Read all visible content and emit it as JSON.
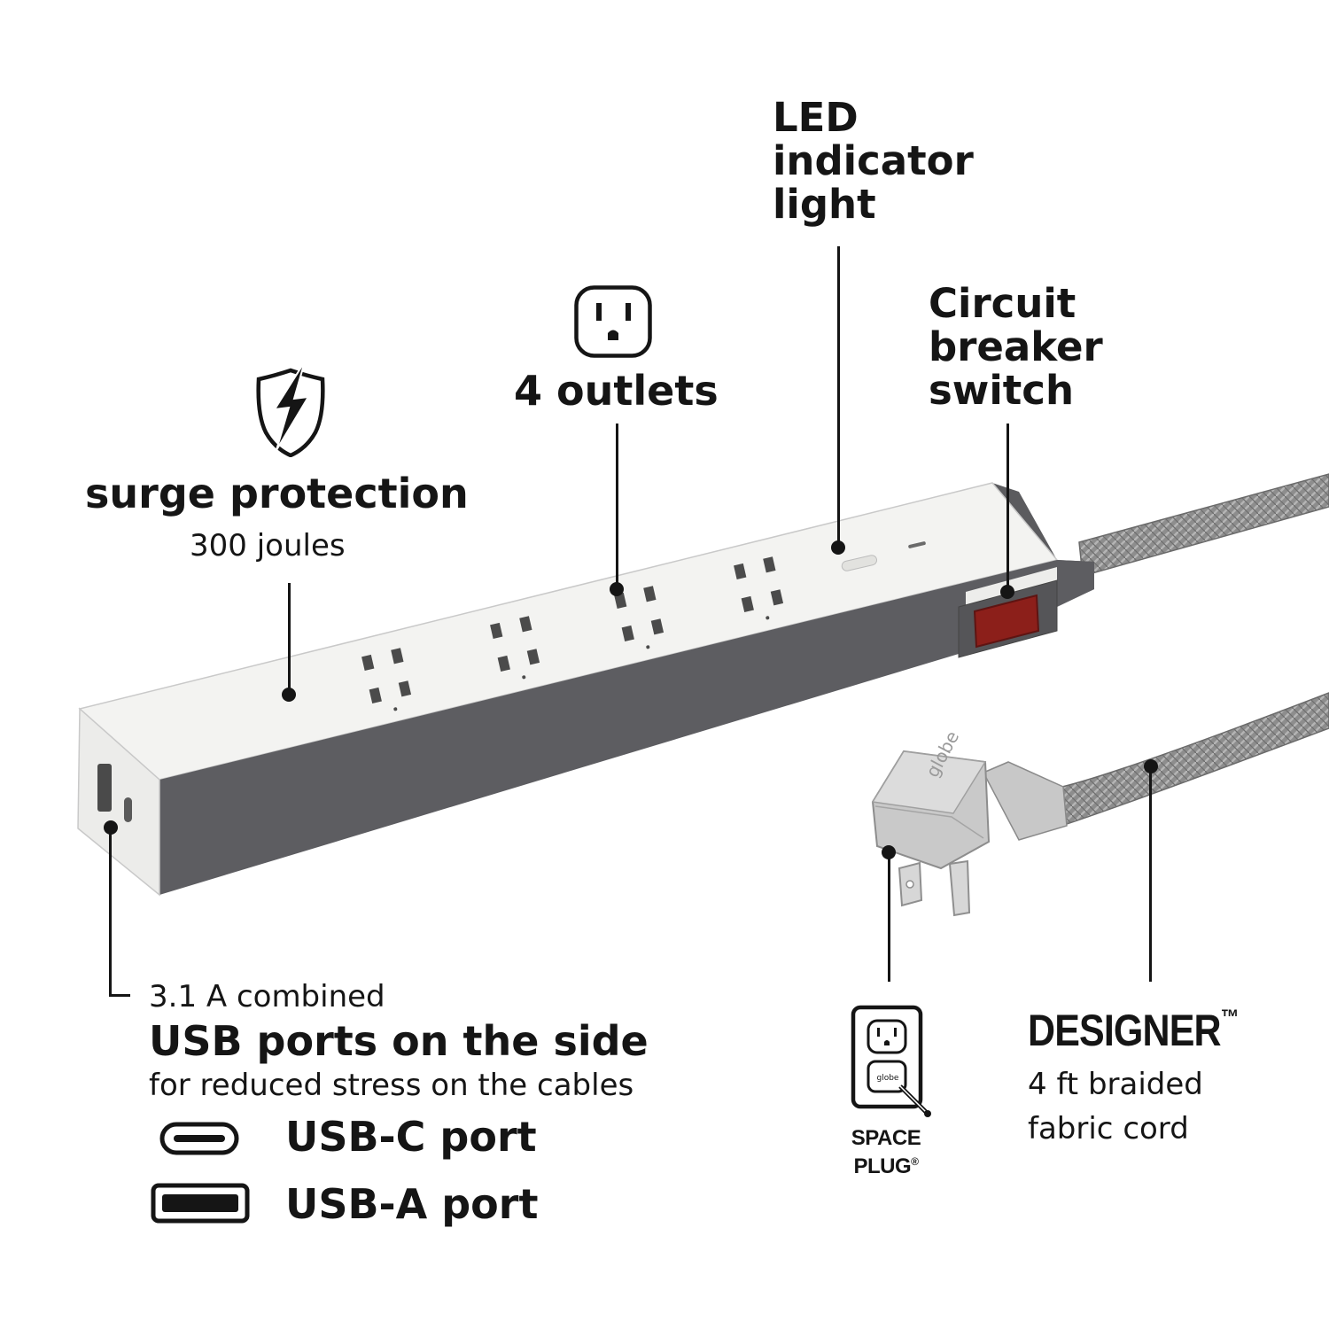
{
  "callouts": {
    "surge": {
      "title": "surge protection",
      "detail": "300 joules"
    },
    "outlets": {
      "title": "4 outlets"
    },
    "led": {
      "line1": "LED",
      "line2": "indicator",
      "line3": "light"
    },
    "breaker": {
      "line1": "Circuit",
      "line2": "breaker",
      "line3": "switch"
    },
    "usb": {
      "spec": "3.1 A combined",
      "title": "USB ports on the side",
      "detail": "for reduced stress on the cables",
      "port_c": "USB-C port",
      "port_a": "USB-A port"
    },
    "spaceplug": {
      "line1": "SPACE",
      "line2": "PLUG",
      "mark": "®",
      "plate_logo": "globe"
    },
    "cord": {
      "brand": "DESIGNER",
      "brand_mark": "™",
      "line1": "4 ft braided",
      "line2": "fabric cord"
    }
  },
  "plug_logo": "globe",
  "icons": [
    "lightning-shield-icon",
    "outlet-icon",
    "usb-c-port-icon",
    "usb-a-port-icon",
    "space-plug-icon"
  ],
  "colors": {
    "text": "#151515",
    "strip_top": "#f3f3f1",
    "strip_side": "#5b5b5e",
    "cord": "#8f8f8f",
    "switch_red": "#8c1f1a",
    "plug": "#cfcfcf"
  }
}
